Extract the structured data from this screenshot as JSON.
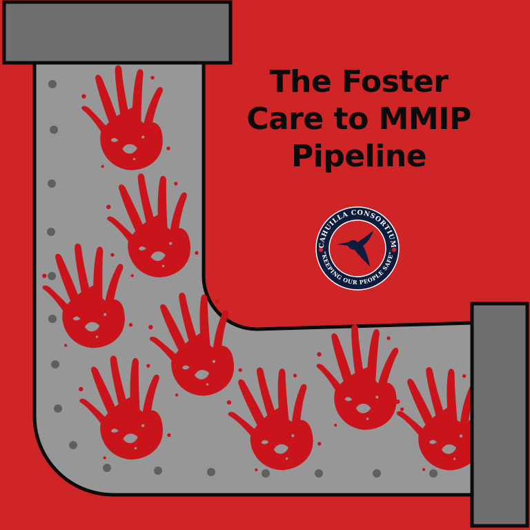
{
  "poster": {
    "title_lines": [
      "The Foster",
      "Care to MMIP",
      "Pipeline"
    ],
    "background_color": "#cf2527",
    "pipe_color": "#979797",
    "flange_color": "#6f6f6f",
    "handprint_color": "#c8141a"
  },
  "logo": {
    "top_text": "CAHUILLA CONSORTIUM",
    "bottom_text": "\"KEEPING OUR PEOPLE SAFE\"",
    "icon": "hummingbird-icon",
    "badge_color": "#0d1b3d"
  }
}
